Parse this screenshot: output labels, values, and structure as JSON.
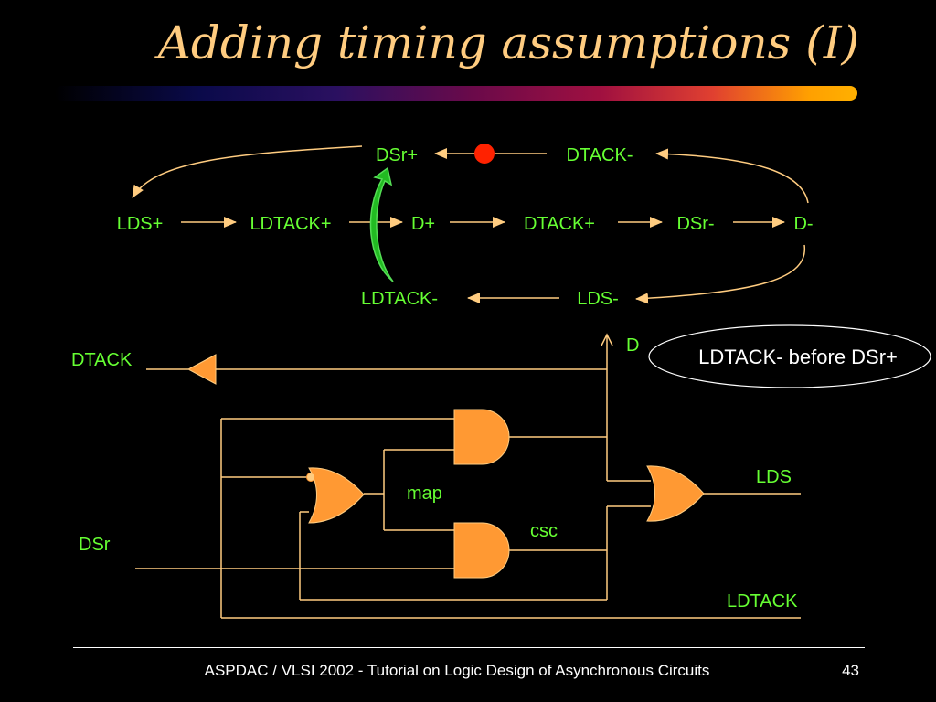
{
  "title": "Adding timing assumptions (I)",
  "stg": {
    "nodes": {
      "dsr_plus": "DSr+",
      "dtack_minus": "DTACK-",
      "lds_plus": "LDS+",
      "ldtack_plus": "LDTACK+",
      "d_plus": "D+",
      "dtack_plus": "DTACK+",
      "dsr_minus": "DSr-",
      "d_minus": "D-",
      "ldtack_minus": "LDTACK-",
      "lds_minus": "LDS-"
    }
  },
  "circuit": {
    "signals": {
      "dtack": "DTACK",
      "d": "D",
      "lds": "LDS",
      "dsr": "DSr",
      "ldtack": "LDTACK"
    },
    "annotations": {
      "map": "map",
      "csc": "csc"
    },
    "callout": "LDTACK- before DSr+"
  },
  "colors": {
    "title": "#ffcc80",
    "label": "#66ff33",
    "wire": "#ffcc80",
    "gate_fill": "#ff9933",
    "token": "#ff2200",
    "timing_arc": "#22bb22"
  },
  "footer": {
    "text": "ASPDAC / VLSI 2002 - Tutorial on Logic Design of Asynchronous Circuits",
    "page": "43"
  }
}
